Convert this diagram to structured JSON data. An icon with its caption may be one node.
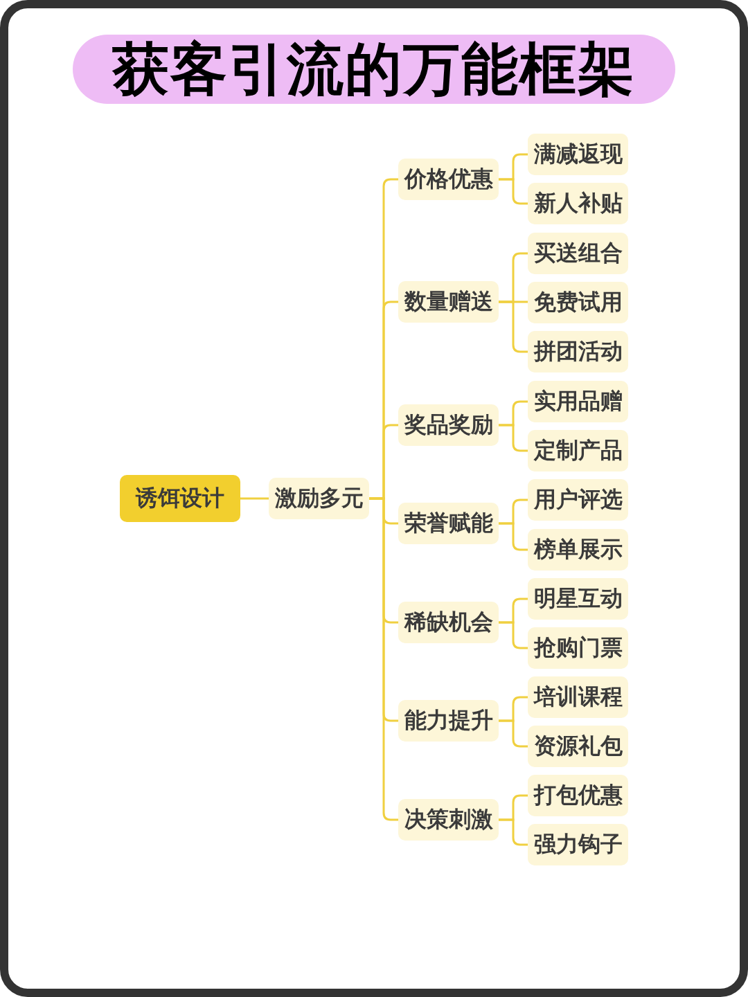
{
  "diagram": {
    "title": "获客引流的万能框架",
    "nodes": [
      {
        "text": [
          "诱饵设计"
        ]
      },
      {
        "text": [
          "激励多元"
        ]
      },
      {
        "text": [
          "价格优惠"
        ]
      },
      {
        "text": [
          "满减返现"
        ]
      },
      {
        "text": [
          "新人补贴"
        ]
      },
      {
        "text": [
          "数量赠送"
        ]
      },
      {
        "text": [
          "买送组合"
        ]
      },
      {
        "text": [
          "免费试用"
        ]
      },
      {
        "text": [
          "拼团活动"
        ]
      },
      {
        "text": [
          "奖品奖励"
        ]
      },
      {
        "text": [
          "实用品赠"
        ]
      },
      {
        "text": [
          "定制产品"
        ]
      },
      {
        "text": [
          "荣誉赋能"
        ]
      },
      {
        "text": [
          "用户评选"
        ]
      },
      {
        "text": [
          "榜单展示"
        ]
      },
      {
        "text": [
          "稀缺机会"
        ]
      },
      {
        "text": [
          "明星互动"
        ]
      },
      {
        "text": [
          "抢购门票"
        ]
      },
      {
        "text": [
          "能力提升"
        ]
      },
      {
        "text": [
          "培训课程"
        ]
      },
      {
        "text": [
          "资源礼包"
        ]
      },
      {
        "text": [
          "决策刺激"
        ]
      },
      {
        "text": [
          "打包优惠"
        ]
      },
      {
        "text": [
          "强力钩子"
        ]
      }
    ],
    "edges": [
      {
        "from": 0,
        "to": 1,
        "arrow": "none"
      },
      {
        "from": 1,
        "to": 2,
        "arrow": "none"
      },
      {
        "from": 2,
        "to": 3,
        "arrow": "none"
      },
      {
        "from": 2,
        "to": 4,
        "arrow": "none"
      },
      {
        "from": 1,
        "to": 5,
        "arrow": "none"
      },
      {
        "from": 5,
        "to": 6,
        "arrow": "none"
      },
      {
        "from": 5,
        "to": 7,
        "arrow": "none"
      },
      {
        "from": 5,
        "to": 8,
        "arrow": "none"
      },
      {
        "from": 1,
        "to": 9,
        "arrow": "none"
      },
      {
        "from": 9,
        "to": 10,
        "arrow": "none"
      },
      {
        "from": 9,
        "to": 11,
        "arrow": "none"
      },
      {
        "from": 1,
        "to": 12,
        "arrow": "none"
      },
      {
        "from": 12,
        "to": 13,
        "arrow": "none"
      },
      {
        "from": 12,
        "to": 14,
        "arrow": "none"
      },
      {
        "from": 1,
        "to": 15,
        "arrow": "none"
      },
      {
        "from": 15,
        "to": 16,
        "arrow": "none"
      },
      {
        "from": 15,
        "to": 17,
        "arrow": "none"
      },
      {
        "from": 1,
        "to": 18,
        "arrow": "none"
      },
      {
        "from": 18,
        "to": 19,
        "arrow": "none"
      },
      {
        "from": 18,
        "to": 20,
        "arrow": "none"
      },
      {
        "from": 1,
        "to": 21,
        "arrow": "none"
      },
      {
        "from": 21,
        "to": 22,
        "arrow": "none"
      },
      {
        "from": 21,
        "to": 23,
        "arrow": "none"
      }
    ]
  }
}
